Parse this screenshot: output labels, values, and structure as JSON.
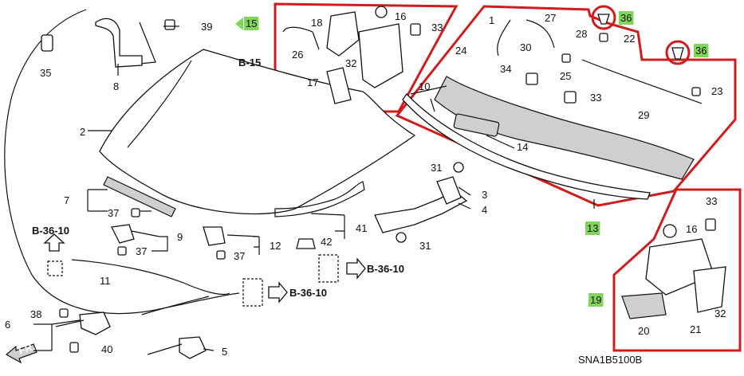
{
  "diagram_code": "SNA1B5100B",
  "references": {
    "b15": "B-15",
    "b3610_left": "B-36-10",
    "b3610_center": "B-36-10",
    "b3610_right": "B-36-10"
  },
  "direction_label": "FR.",
  "part_numbers": {
    "p1": "1",
    "p2": "2",
    "p3": "3",
    "p4": "4",
    "p5": "5",
    "p6": "6",
    "p7": "7",
    "p8": "8",
    "p9": "9",
    "p10": "10",
    "p11": "11",
    "p12": "12",
    "p13": "13",
    "p14": "14",
    "p15": "15",
    "p16a": "16",
    "p16b": "16",
    "p17": "17",
    "p18": "18",
    "p19": "19",
    "p20": "20",
    "p21": "21",
    "p22": "22",
    "p23": "23",
    "p24": "24",
    "p25": "25",
    "p26": "26",
    "p27": "27",
    "p28": "28",
    "p29": "29",
    "p30": "30",
    "p31a": "31",
    "p31b": "31",
    "p32a": "32",
    "p32b": "32",
    "p33a": "33",
    "p33b": "33",
    "p33c": "33",
    "p34": "34",
    "p35": "35",
    "p36a": "36",
    "p36b": "36",
    "p37a": "37",
    "p37b": "37",
    "p37c": "37",
    "p38": "38",
    "p39": "39",
    "p40": "40",
    "p41": "41",
    "p42": "42"
  },
  "colors": {
    "highlight_box": "#d01c1c",
    "highlight_label": "#7fd65a"
  }
}
